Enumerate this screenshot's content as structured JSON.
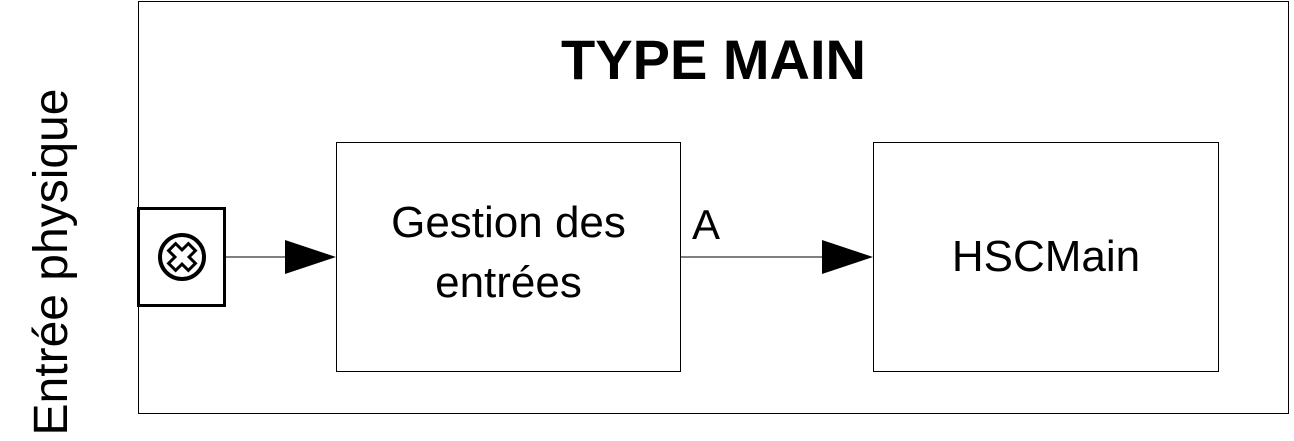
{
  "diagram": {
    "title": "TYPE MAIN",
    "side_label": "Entrée physique",
    "blocks": {
      "gestion": {
        "line1": "Gestion des",
        "line2": "entrées"
      },
      "hsc": {
        "label": "HSCMain"
      }
    },
    "signal_label": "A",
    "input_icon": "cross-circle-icon"
  }
}
